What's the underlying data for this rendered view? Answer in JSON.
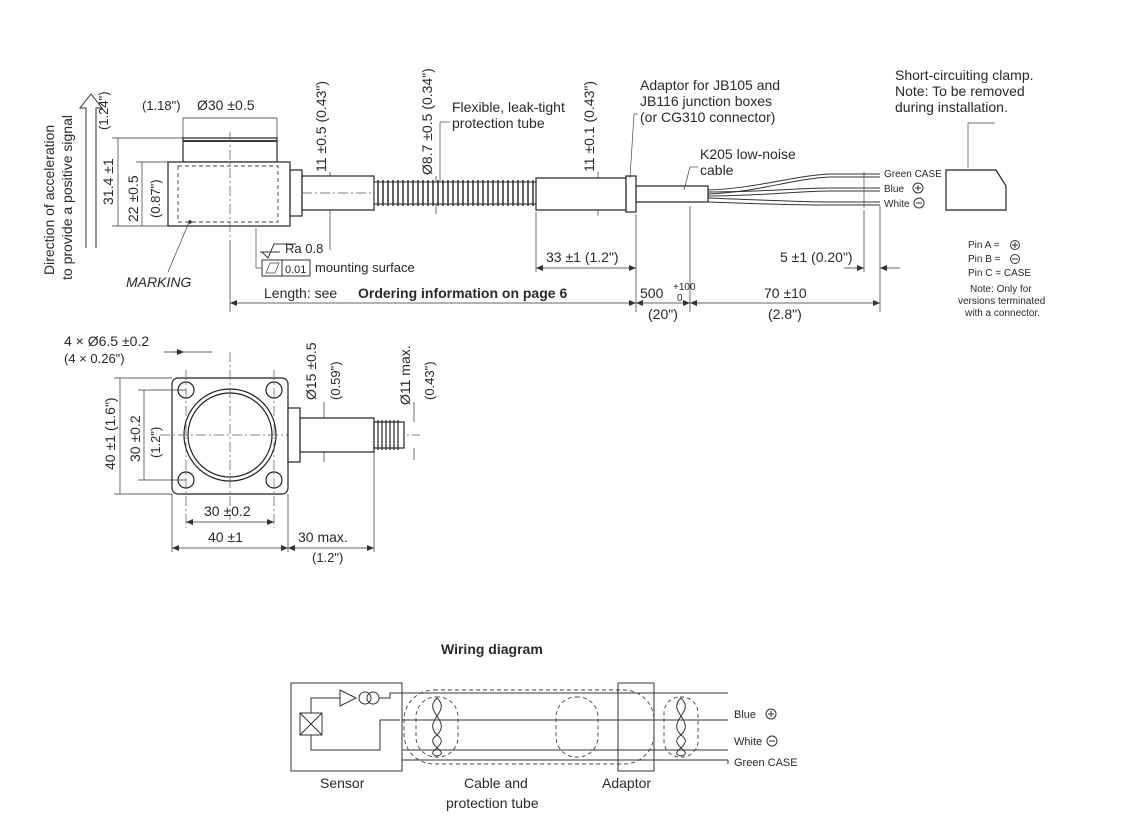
{
  "side_view": {
    "accel_label_1": "Direction of acceleration",
    "accel_label_2": "to provide a positive signal",
    "height_in": "(1.24\")",
    "dia30_in": "(1.18\")",
    "dia30": "Ø30 ±0.5",
    "h31": "31.4 ±1",
    "h22": "22 ±0.5",
    "h22_in": "(0.87\")",
    "marking": "MARKING",
    "ra": "Ra 0.8",
    "flatness": "0.01",
    "mounting": "mounting surface",
    "length_prefix": "Length: see ",
    "length_bold": "Ordering information on page 6",
    "d11": "11 ±0.5 (0.43\")",
    "tube_label_1": "Flexible, leak-tight",
    "tube_label_2": "protection tube",
    "d87": "Ø8.7 ±0.5 (0.34\")",
    "d11b": "11 ±0.1 (0.43\")",
    "adaptor_1": "Adaptor for JB105 and",
    "adaptor_2": "JB116 junction boxes",
    "adaptor_3": "(or CG310 connector)",
    "cable_1": "K205 low-noise",
    "cable_2": "cable",
    "l33": "33 ±1 (1.2\")",
    "l500": "500",
    "l500_tol_up": "+100",
    "l500_tol_dn": "0",
    "l500_in": "(20\")",
    "l70": "70 ±10",
    "l70_in": "(2.8\")",
    "l5": "5 ±1 (0.20\")",
    "clamp_1": "Short-circuiting clamp.",
    "clamp_2": "Note: To be removed",
    "clamp_3": "during installation.",
    "wire_green": "Green CASE",
    "wire_blue": "Blue",
    "wire_white": "White",
    "pin_a": "Pin A =",
    "pin_b": "Pin B =",
    "pin_c": "Pin C = CASE",
    "note_1": "Note: Only for",
    "note_2": "versions terminated",
    "note_3": "with a connector."
  },
  "top_view": {
    "holes": "4 × Ø6.5 ±0.2",
    "holes_in": "(4 × 0.26\")",
    "d15": "Ø15 ±0.5",
    "d15_in": "(0.59\")",
    "d11max": "Ø11 max.",
    "d11max_in": "(0.43\")",
    "h40": "40 ±1 (1.6\")",
    "h30": "30 ±0.2",
    "h30_in": "(1.2\")",
    "w30": "30 ±0.2",
    "w40": "40 ±1",
    "w30max": "30 max.",
    "w30max_in": "(1.2\")"
  },
  "wiring": {
    "title": "Wiring diagram",
    "sensor": "Sensor",
    "cable_1": "Cable and",
    "cable_2": "protection tube",
    "adaptor": "Adaptor",
    "blue": "Blue",
    "white": "White",
    "green": "Green CASE"
  },
  "icons": {
    "plus": "circle-plus-icon",
    "minus": "circle-minus-icon"
  }
}
